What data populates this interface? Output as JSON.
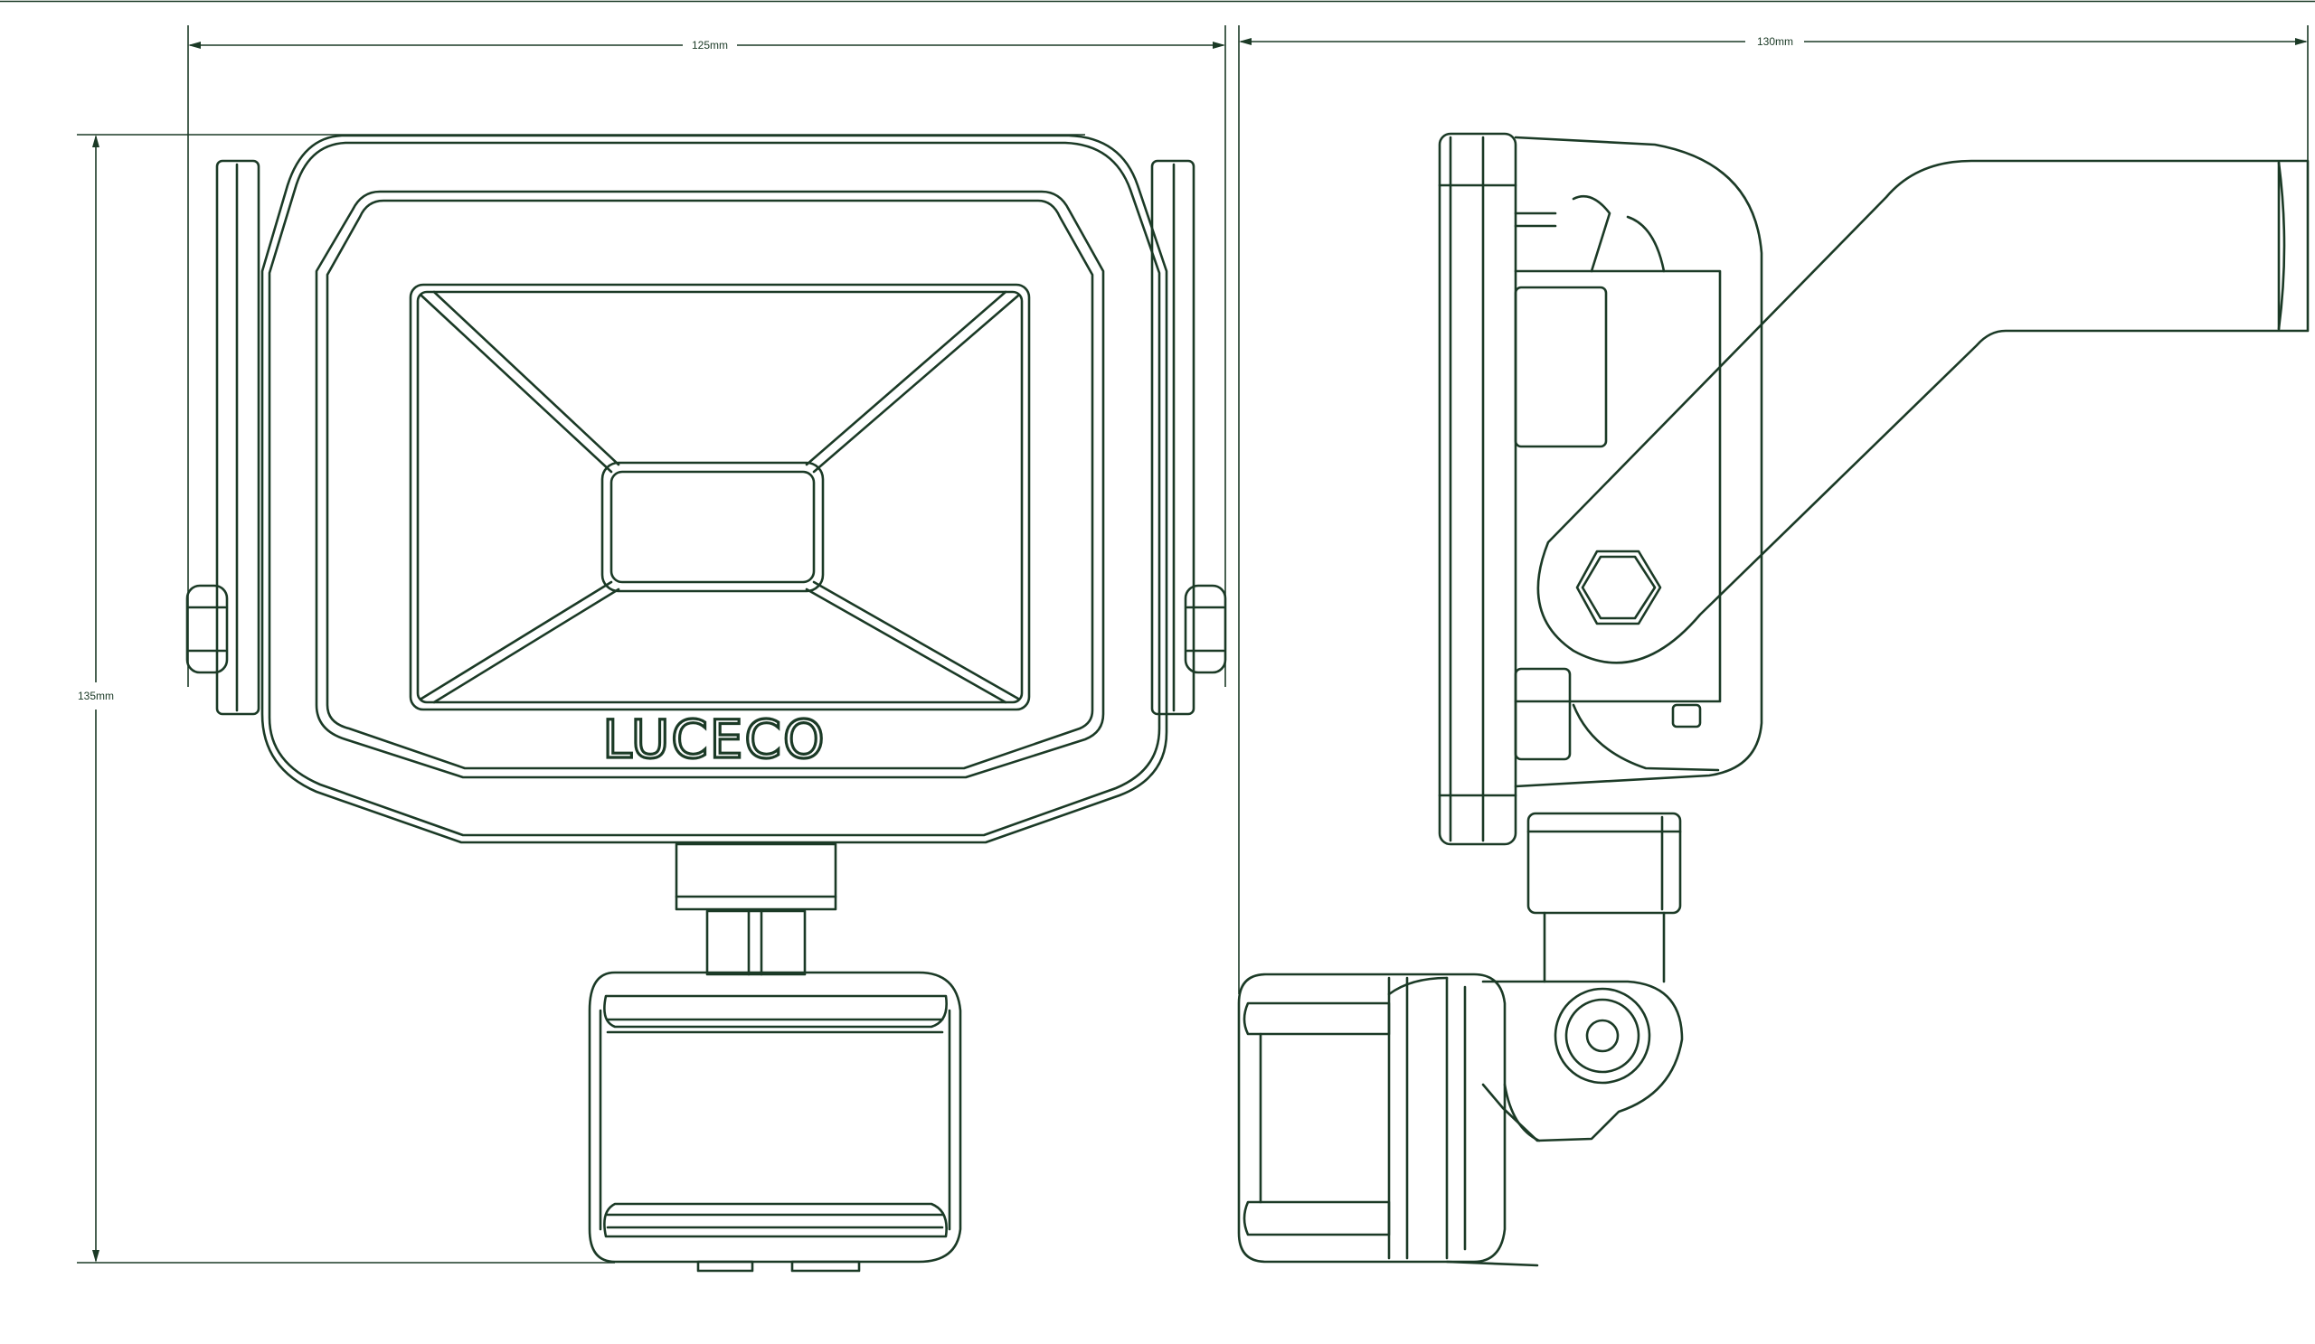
{
  "dimensions": {
    "front_width": "125mm",
    "side_depth": "130mm",
    "height": "135mm"
  },
  "product": {
    "logo": "LUCECO"
  },
  "colors": {
    "line": "#1b3a26",
    "background": "#ffffff"
  }
}
